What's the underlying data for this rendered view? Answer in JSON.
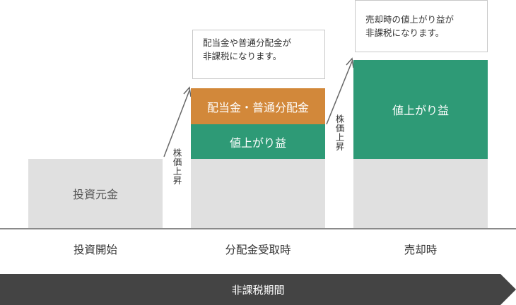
{
  "diagram": {
    "stages": [
      {
        "bar_text": "投資元金",
        "label": "投資開始"
      },
      {
        "orange_text": "配当金・普通分配金",
        "green_text": "値上がり益",
        "label": "分配金受取時",
        "note": [
          "配当金や普通分配金が",
          "非課税になります。"
        ]
      },
      {
        "green_text": "値上がり益",
        "label": "売却時",
        "note": [
          "売却時の値上がり益が",
          "非課税になります。"
        ]
      }
    ],
    "arrow_text": [
      "株",
      "価",
      "上",
      "昇"
    ],
    "banner": "非課税期間",
    "colors": {
      "gray": "#e0e0e0",
      "orange": "#d2883a",
      "green": "#2e9a76",
      "banner": "#444444"
    }
  }
}
